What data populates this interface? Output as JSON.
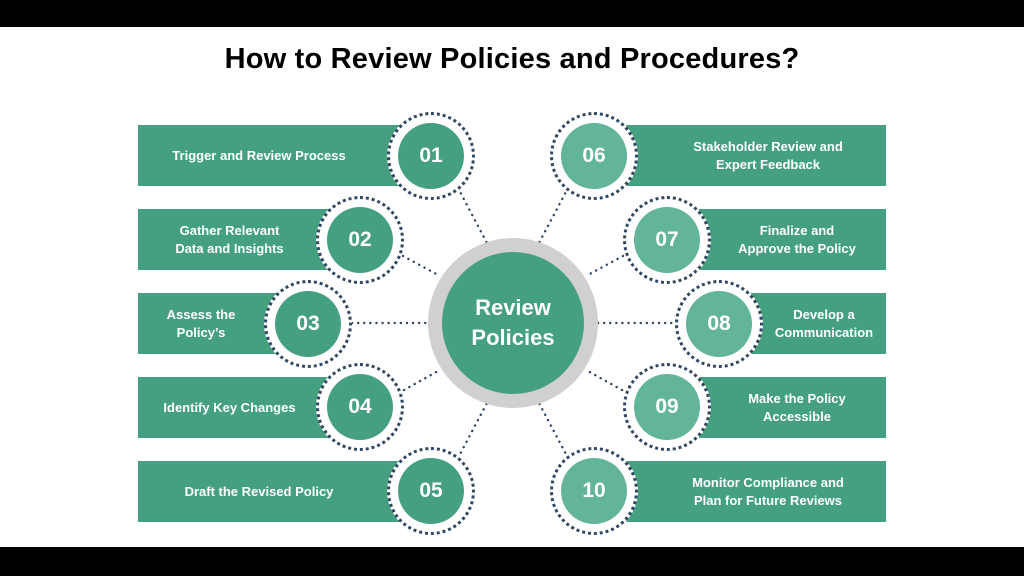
{
  "title": "How to Review Policies and Procedures?",
  "center": {
    "label": "Review\nPolicies"
  },
  "colors": {
    "primary": "#45a07f",
    "light": "#62b596",
    "dots": "#2f4763",
    "ring": "#d0d0d0"
  },
  "steps": [
    {
      "number": "01",
      "label": "Trigger and Review Process"
    },
    {
      "number": "02",
      "label": "Gather Relevant\nData and Insights"
    },
    {
      "number": "03",
      "label": "Assess the\nPolicy’s"
    },
    {
      "number": "04",
      "label": "Identify Key Changes"
    },
    {
      "number": "05",
      "label": "Draft the Revised Policy"
    },
    {
      "number": "06",
      "label": "Stakeholder Review and\nExpert Feedback"
    },
    {
      "number": "07",
      "label": "Finalize and\nApprove the Policy"
    },
    {
      "number": "08",
      "label": "Develop a\nCommunication"
    },
    {
      "number": "09",
      "label": "Make the Policy\nAccessible"
    },
    {
      "number": "10",
      "label": "Monitor Compliance and\nPlan for Future Reviews"
    }
  ]
}
